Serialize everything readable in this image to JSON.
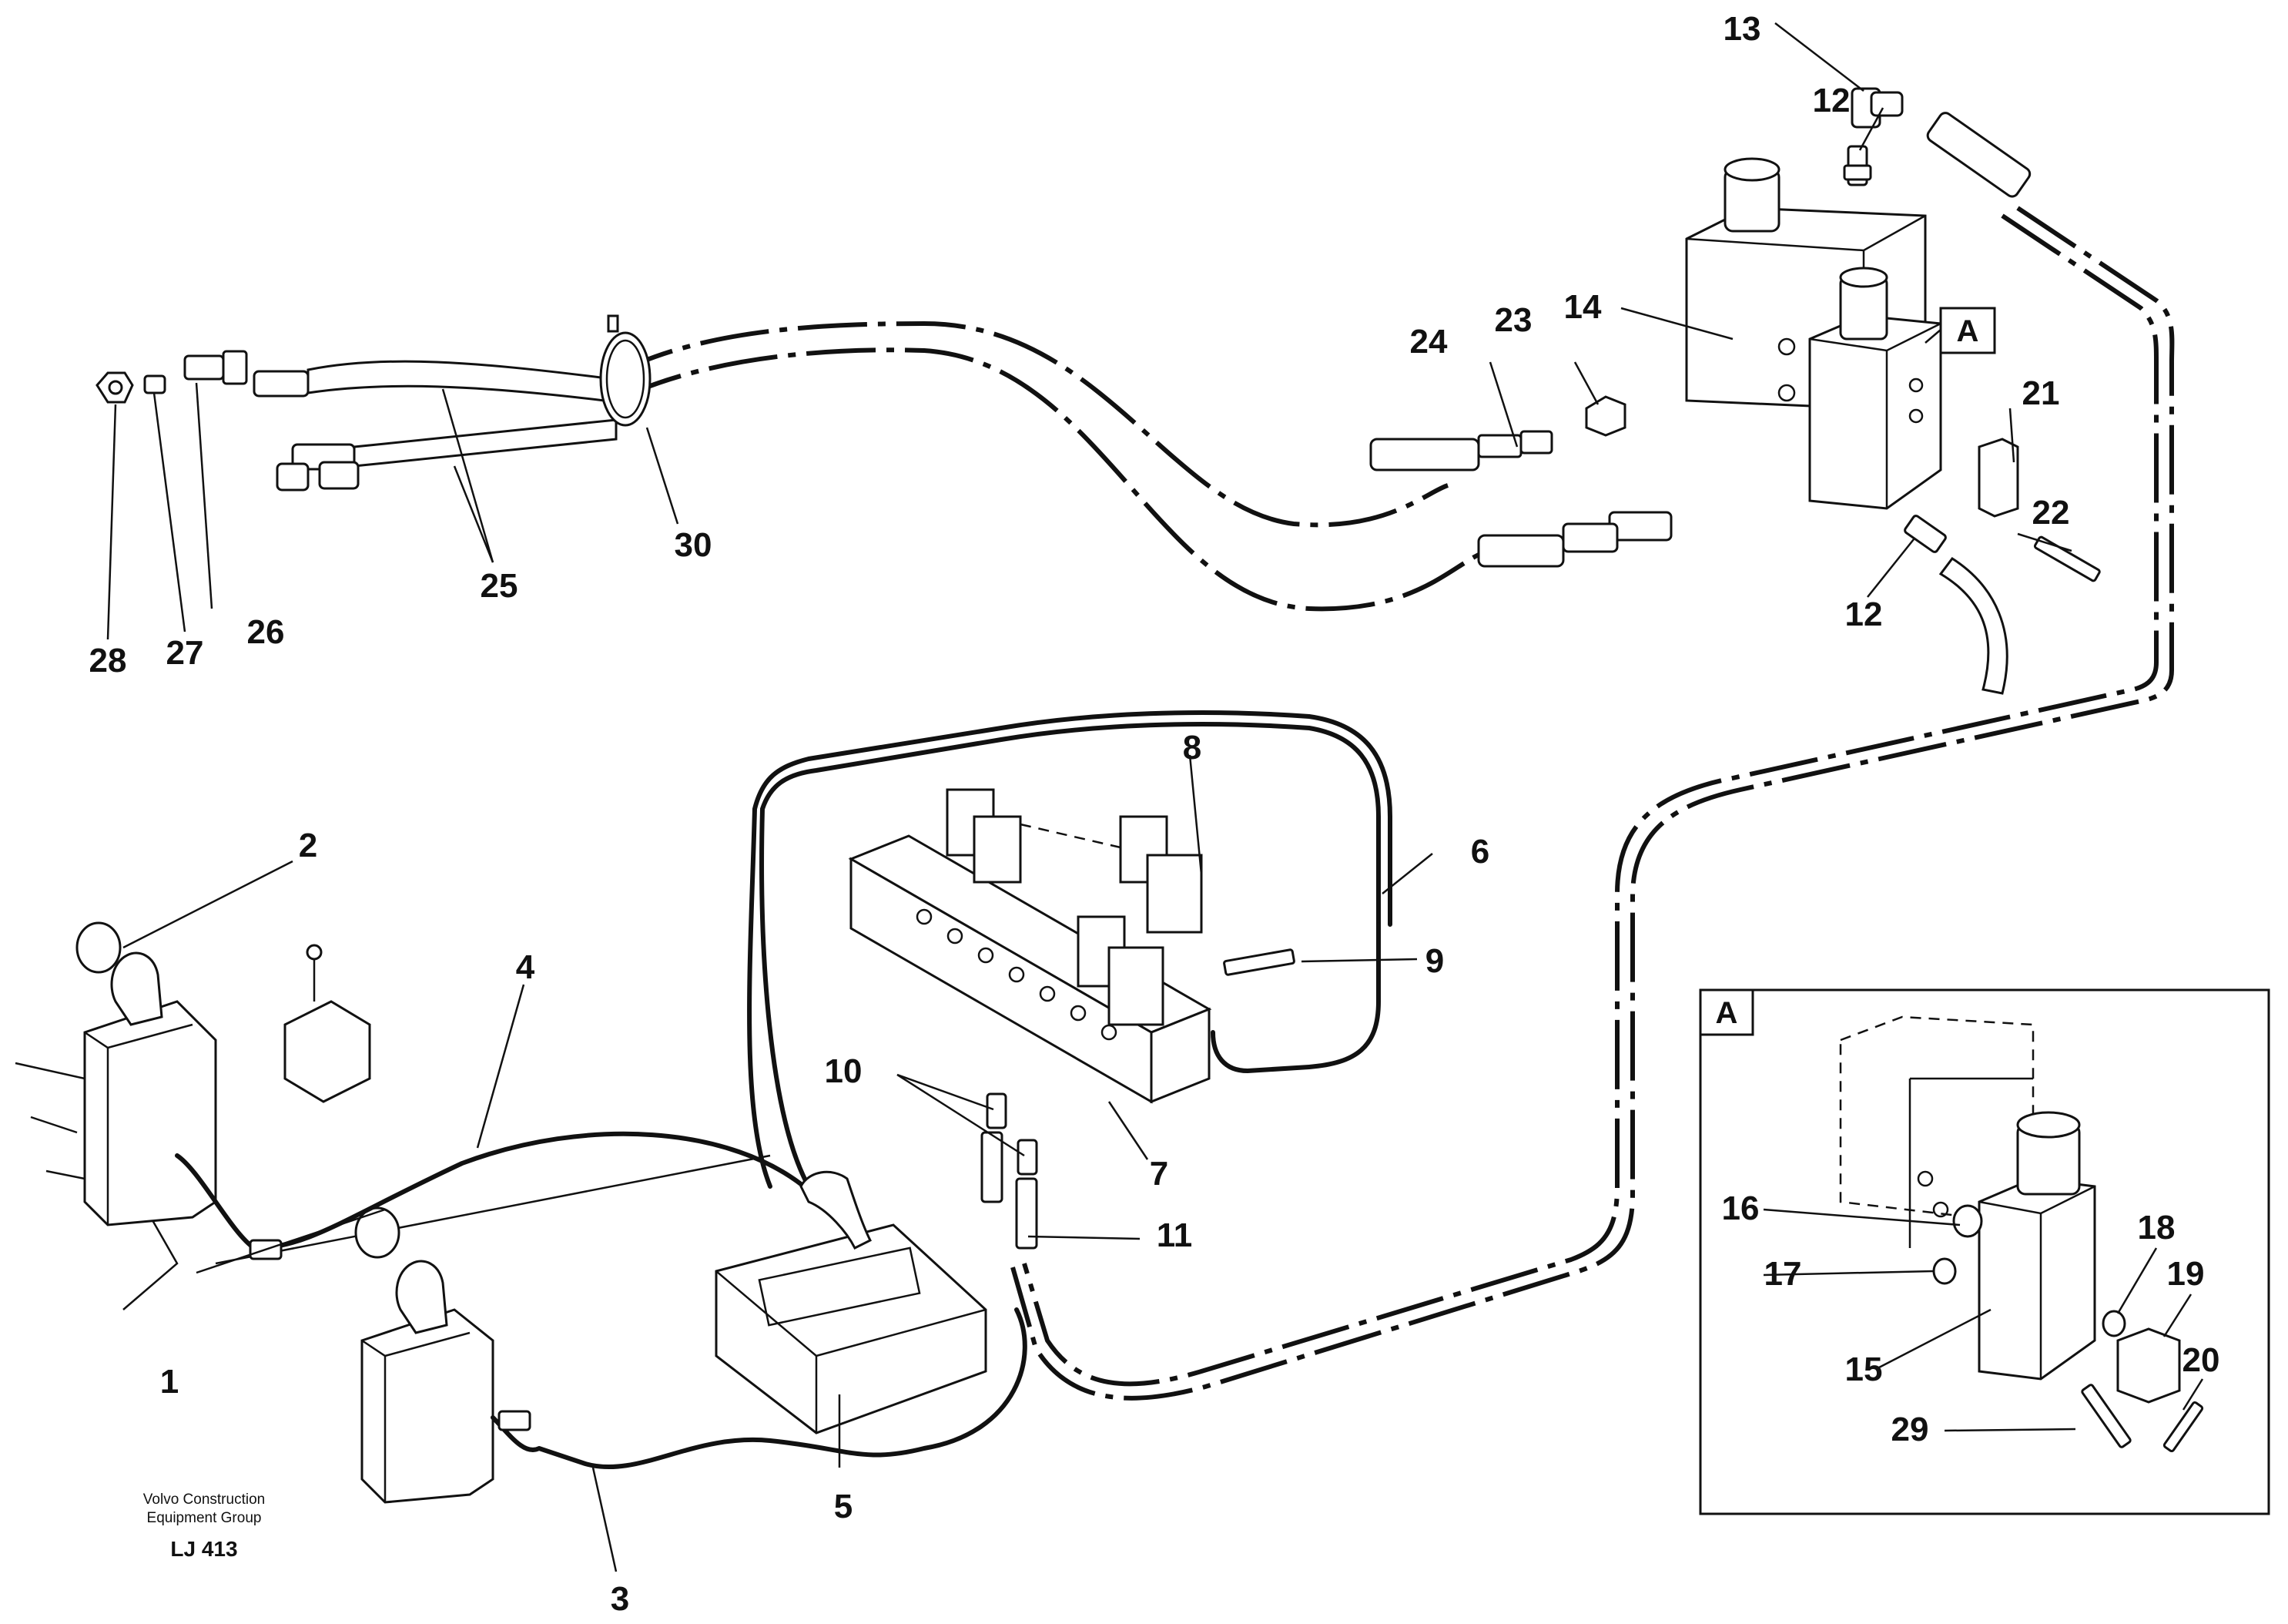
{
  "callouts": [
    {
      "id": "1",
      "label": "1"
    },
    {
      "id": "2",
      "label": "2"
    },
    {
      "id": "3",
      "label": "3"
    },
    {
      "id": "4",
      "label": "4"
    },
    {
      "id": "5",
      "label": "5"
    },
    {
      "id": "6",
      "label": "6"
    },
    {
      "id": "7",
      "label": "7"
    },
    {
      "id": "8",
      "label": "8"
    },
    {
      "id": "9",
      "label": "9"
    },
    {
      "id": "10",
      "label": "10"
    },
    {
      "id": "11",
      "label": "11"
    },
    {
      "id": "12a",
      "label": "12"
    },
    {
      "id": "12b",
      "label": "12"
    },
    {
      "id": "13",
      "label": "13"
    },
    {
      "id": "14",
      "label": "14"
    },
    {
      "id": "15",
      "label": "15"
    },
    {
      "id": "16",
      "label": "16"
    },
    {
      "id": "17",
      "label": "17"
    },
    {
      "id": "18",
      "label": "18"
    },
    {
      "id": "19",
      "label": "19"
    },
    {
      "id": "20",
      "label": "20"
    },
    {
      "id": "21",
      "label": "21"
    },
    {
      "id": "22",
      "label": "22"
    },
    {
      "id": "23",
      "label": "23"
    },
    {
      "id": "24",
      "label": "24"
    },
    {
      "id": "25",
      "label": "25"
    },
    {
      "id": "26",
      "label": "26"
    },
    {
      "id": "27",
      "label": "27"
    },
    {
      "id": "28",
      "label": "28"
    },
    {
      "id": "29",
      "label": "29"
    },
    {
      "id": "30",
      "label": "30"
    }
  ],
  "detail_ref": {
    "marker_label": "A",
    "inset_label": "A"
  },
  "credit": {
    "line1": "Volvo Construction",
    "line2": "Equipment Group",
    "code": "LJ 413"
  }
}
